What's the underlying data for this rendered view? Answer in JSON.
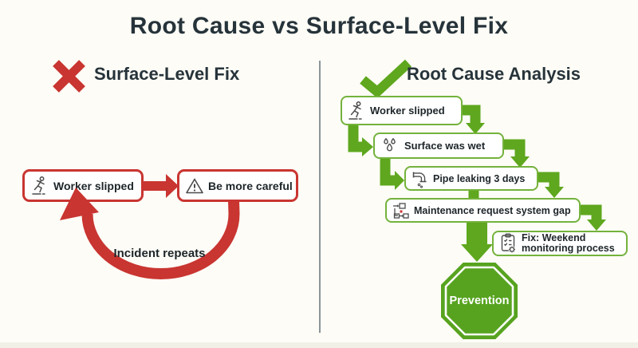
{
  "title": "Root Cause vs Surface-Level Fix",
  "colors": {
    "red": "#c93531",
    "green": "#5ea71e",
    "green_border": "#74b23c",
    "octagon_fill": "#57a31f",
    "dark_text": "#26333a",
    "divider_gray": "#8b9499",
    "background": "#fdfcf6"
  },
  "left": {
    "heading": "Surface-Level Fix",
    "heading_icon": "x-mark-icon",
    "boxes": [
      {
        "label": "Worker slipped",
        "icon": "slipping-person-icon"
      },
      {
        "label": "Be more careful",
        "icon": "warning-triangle-icon"
      }
    ],
    "loop_label": "Incident repeats"
  },
  "right": {
    "heading": "Root Cause Analysis",
    "heading_icon": "check-mark-icon",
    "boxes": [
      {
        "label": "Worker slipped",
        "icon": "slipping-person-icon"
      },
      {
        "label": "Surface was wet",
        "icon": "water-drops-icon"
      },
      {
        "label": "Pipe leaking 3 days",
        "icon": "leaking-pipe-icon"
      },
      {
        "label": "Maintenance request system gap",
        "icon": "process-diagram-icon"
      },
      {
        "label": "Fix: Weekend monitoring process",
        "icon": "clipboard-gear-icon"
      }
    ],
    "terminal": {
      "label": "Prevention",
      "shape": "octagon"
    }
  }
}
